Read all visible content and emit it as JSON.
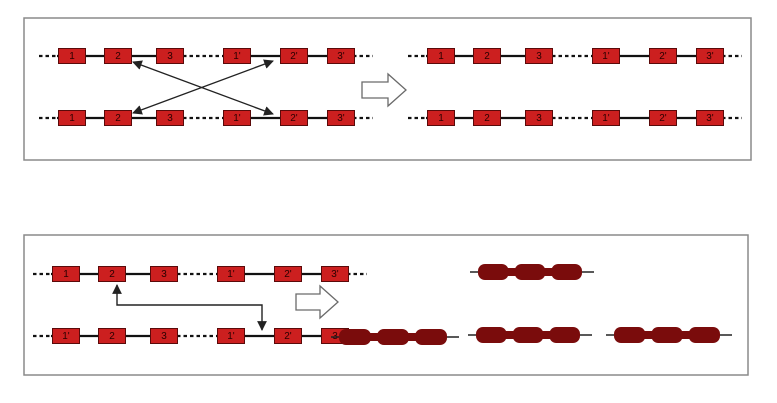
{
  "colors": {
    "gene_fill": "#cc1f1f",
    "gene_stroke": "#5a0a0a",
    "product_fill": "#7a0c0c",
    "line": "#111111",
    "frame": "#8a8a8a"
  },
  "top_panel": {
    "left_rows": [
      {
        "genes": [
          "1",
          "2",
          "3",
          "1'",
          "2'",
          "3'"
        ]
      },
      {
        "genes": [
          "1",
          "2",
          "3",
          "1'",
          "2'",
          "3'"
        ]
      }
    ],
    "right_rows": [
      {
        "genes": [
          "1",
          "2",
          "3",
          "1'",
          "2'",
          "3'"
        ]
      },
      {
        "genes": [
          "1",
          "2",
          "3",
          "1'",
          "2'",
          "3'"
        ]
      }
    ]
  },
  "bottom_panel": {
    "left_rows": [
      {
        "genes": [
          "1",
          "2",
          "3",
          "1'",
          "2'",
          "3'"
        ]
      },
      {
        "genes": [
          "1'",
          "2",
          "3",
          "1'",
          "2'",
          "3"
        ]
      }
    ],
    "product_chromosomes": 4
  }
}
